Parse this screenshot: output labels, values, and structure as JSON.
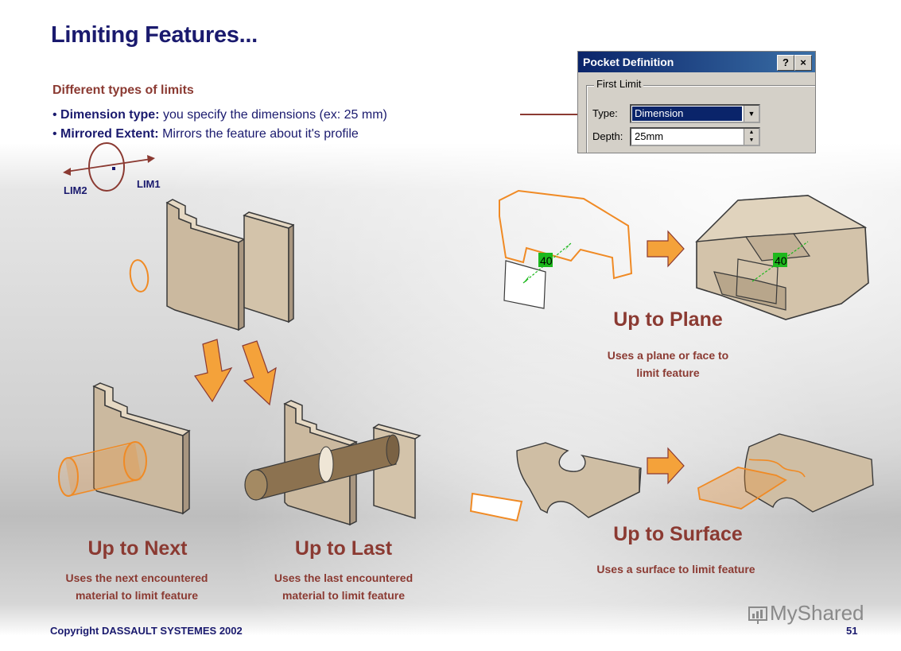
{
  "slide": {
    "title": "Limiting Features...",
    "subtitle": "Different types of limits",
    "bullets": [
      {
        "term": "Dimension type:",
        "text": " you specify the dimensions (ex: 25 mm)"
      },
      {
        "term": "Mirrored Extent:",
        "text": " Mirrors the feature about it's profile"
      }
    ]
  },
  "dialog": {
    "title": "Pocket Definition",
    "help_btn": "?",
    "close_btn": "×",
    "group_label": "First Limit",
    "type_label": "Type:",
    "type_value": "Dimension",
    "depth_label": "Depth:",
    "depth_value": "25mm"
  },
  "mirror_diagram": {
    "lim1": "LIM1",
    "lim2": "LIM2"
  },
  "dimension_badge": "40",
  "limits": {
    "up_to_next": {
      "title": "Up to Next",
      "desc_line1": "Uses the next encountered",
      "desc_line2": "material to limit feature"
    },
    "up_to_last": {
      "title": "Up to Last",
      "desc_line1": "Uses the last encountered",
      "desc_line2": "material to limit feature"
    },
    "up_to_plane": {
      "title": "Up to Plane",
      "desc_line1": "Uses a plane or face to",
      "desc_line2": "limit feature"
    },
    "up_to_surface": {
      "title": "Up to Surface",
      "desc_line1": "Uses a surface to limit feature"
    }
  },
  "footer": {
    "copyright": "Copyright DASSAULT SYSTEMES 2002",
    "page_number": "51",
    "watermark": "MyShared"
  },
  "colors": {
    "title": "#1a1a6e",
    "accent_red": "#8b3a32",
    "sketch_orange": "#f08a24",
    "arrow_fill": "#f4a23a",
    "part_tan": "#d9c9b3",
    "dim_green": "#1db81d"
  }
}
